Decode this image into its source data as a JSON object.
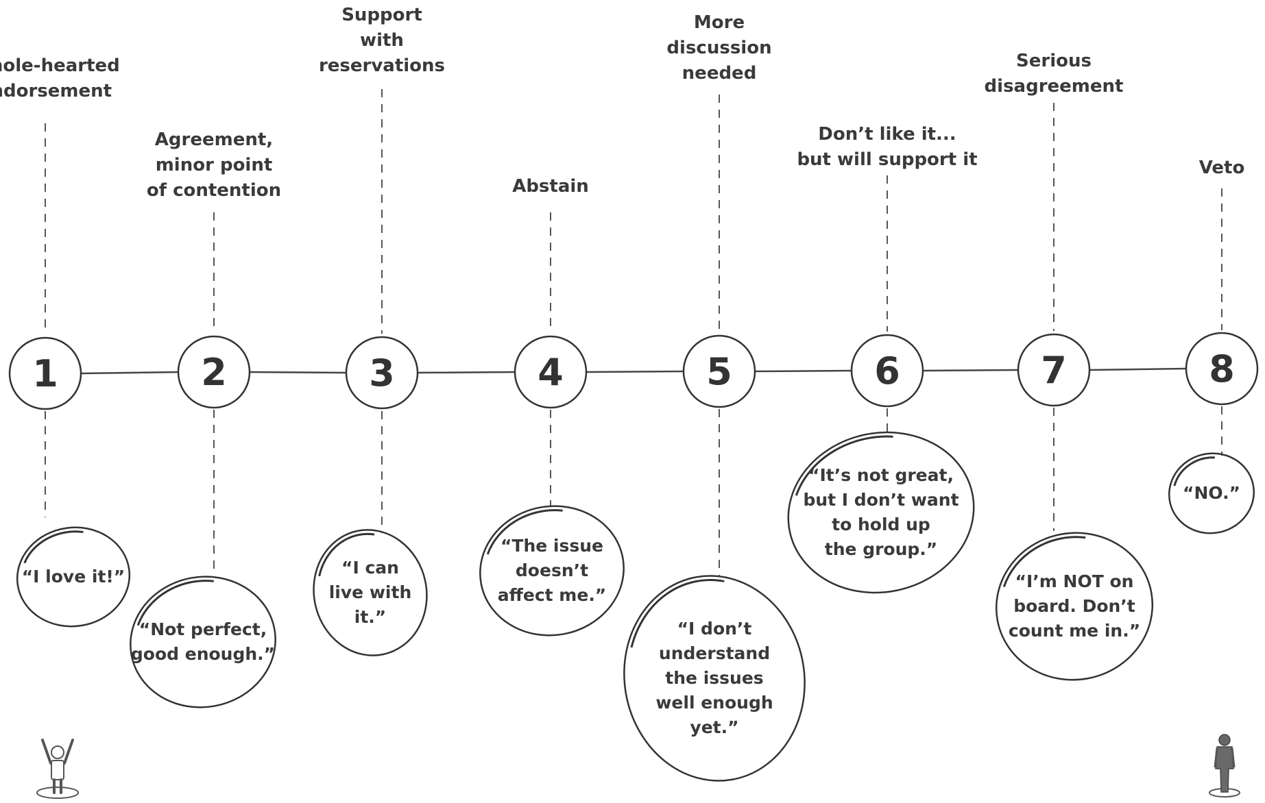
{
  "scale": {
    "steps": [
      {
        "number": "1",
        "title": [
          "Whole-hearted",
          "endorsement"
        ],
        "quote": [
          "“I love it!”"
        ]
      },
      {
        "number": "2",
        "title": [
          "Agreement,",
          "minor point",
          "of contention"
        ],
        "quote": [
          "“Not perfect,",
          "good enough.”"
        ]
      },
      {
        "number": "3",
        "title": [
          "Support",
          "with",
          "reservations"
        ],
        "quote": [
          "“I can",
          "live with",
          "it.”"
        ]
      },
      {
        "number": "4",
        "title": [
          "Abstain"
        ],
        "quote": [
          "“The issue",
          "doesn’t",
          "affect me.”"
        ]
      },
      {
        "number": "5",
        "title": [
          "More",
          "discussion",
          "needed"
        ],
        "quote": [
          "“I don’t",
          "understand",
          "the issues",
          "well enough",
          "yet.”"
        ]
      },
      {
        "number": "6",
        "title": [
          "Don’t like it...",
          "but will support it"
        ],
        "quote": [
          "“It’s not great,",
          "but I don’t want",
          "to hold up",
          "the group.”"
        ]
      },
      {
        "number": "7",
        "title": [
          "Serious",
          "disagreement"
        ],
        "quote": [
          "“I’m NOT on",
          "board. Don’t",
          "count me in.”"
        ]
      },
      {
        "number": "8",
        "title": [
          "Veto"
        ],
        "quote": [
          "“NO.”"
        ]
      }
    ]
  },
  "icons": {
    "left_figure": "cheering-person-icon",
    "right_figure": "standing-person-icon"
  }
}
